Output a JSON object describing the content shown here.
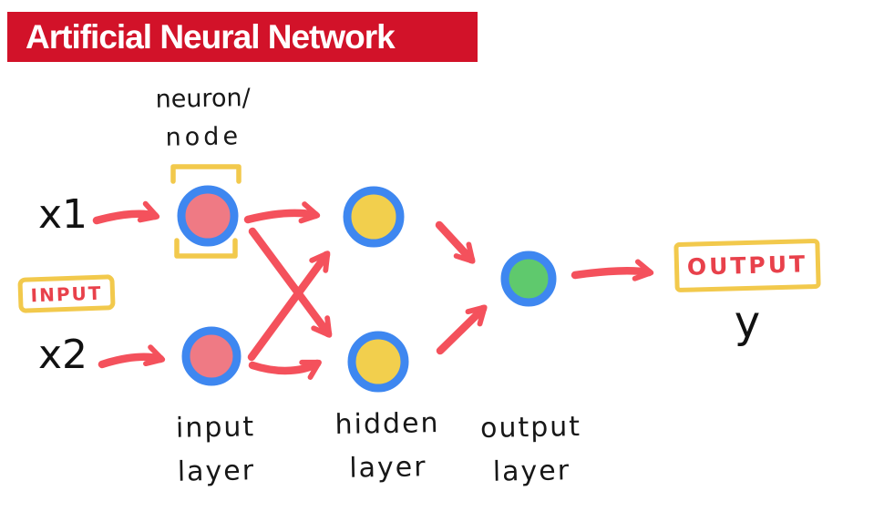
{
  "banner": {
    "title": "Artificial Neural Network",
    "bg_color": "#D21229",
    "text_color": "#FFFFFF"
  },
  "annotation": {
    "line1": "neuron/",
    "line2": "node"
  },
  "inputs": {
    "x1_label": "x1",
    "x2_label": "x2",
    "badge": "INPUT"
  },
  "outputs": {
    "badge": "OUTPUT",
    "y_label": "y"
  },
  "layer_labels": {
    "input": {
      "line1": "input",
      "line2": "layer"
    },
    "hidden": {
      "line1": "hidden",
      "line2": "layer"
    },
    "output": {
      "line1": "output",
      "line2": "layer"
    }
  },
  "colors": {
    "arrow_red": "#F4515C",
    "node_ring_blue": "#3E87F0",
    "input_node_pink": "#EF7A84",
    "hidden_node_yellow": "#F2CF4D",
    "output_node_green": "#5FC96D",
    "bracket_yellow": "#F2C94C",
    "badge_text_red": "#E8414B",
    "banner_red": "#D21229",
    "ink_black": "#171717"
  },
  "network": {
    "type": "feedforward",
    "layers": [
      {
        "name": "input layer",
        "nodes": 2
      },
      {
        "name": "hidden layer",
        "nodes": 2
      },
      {
        "name": "output layer",
        "nodes": 1
      }
    ],
    "connections": "fully-connected between adjacent layers"
  }
}
